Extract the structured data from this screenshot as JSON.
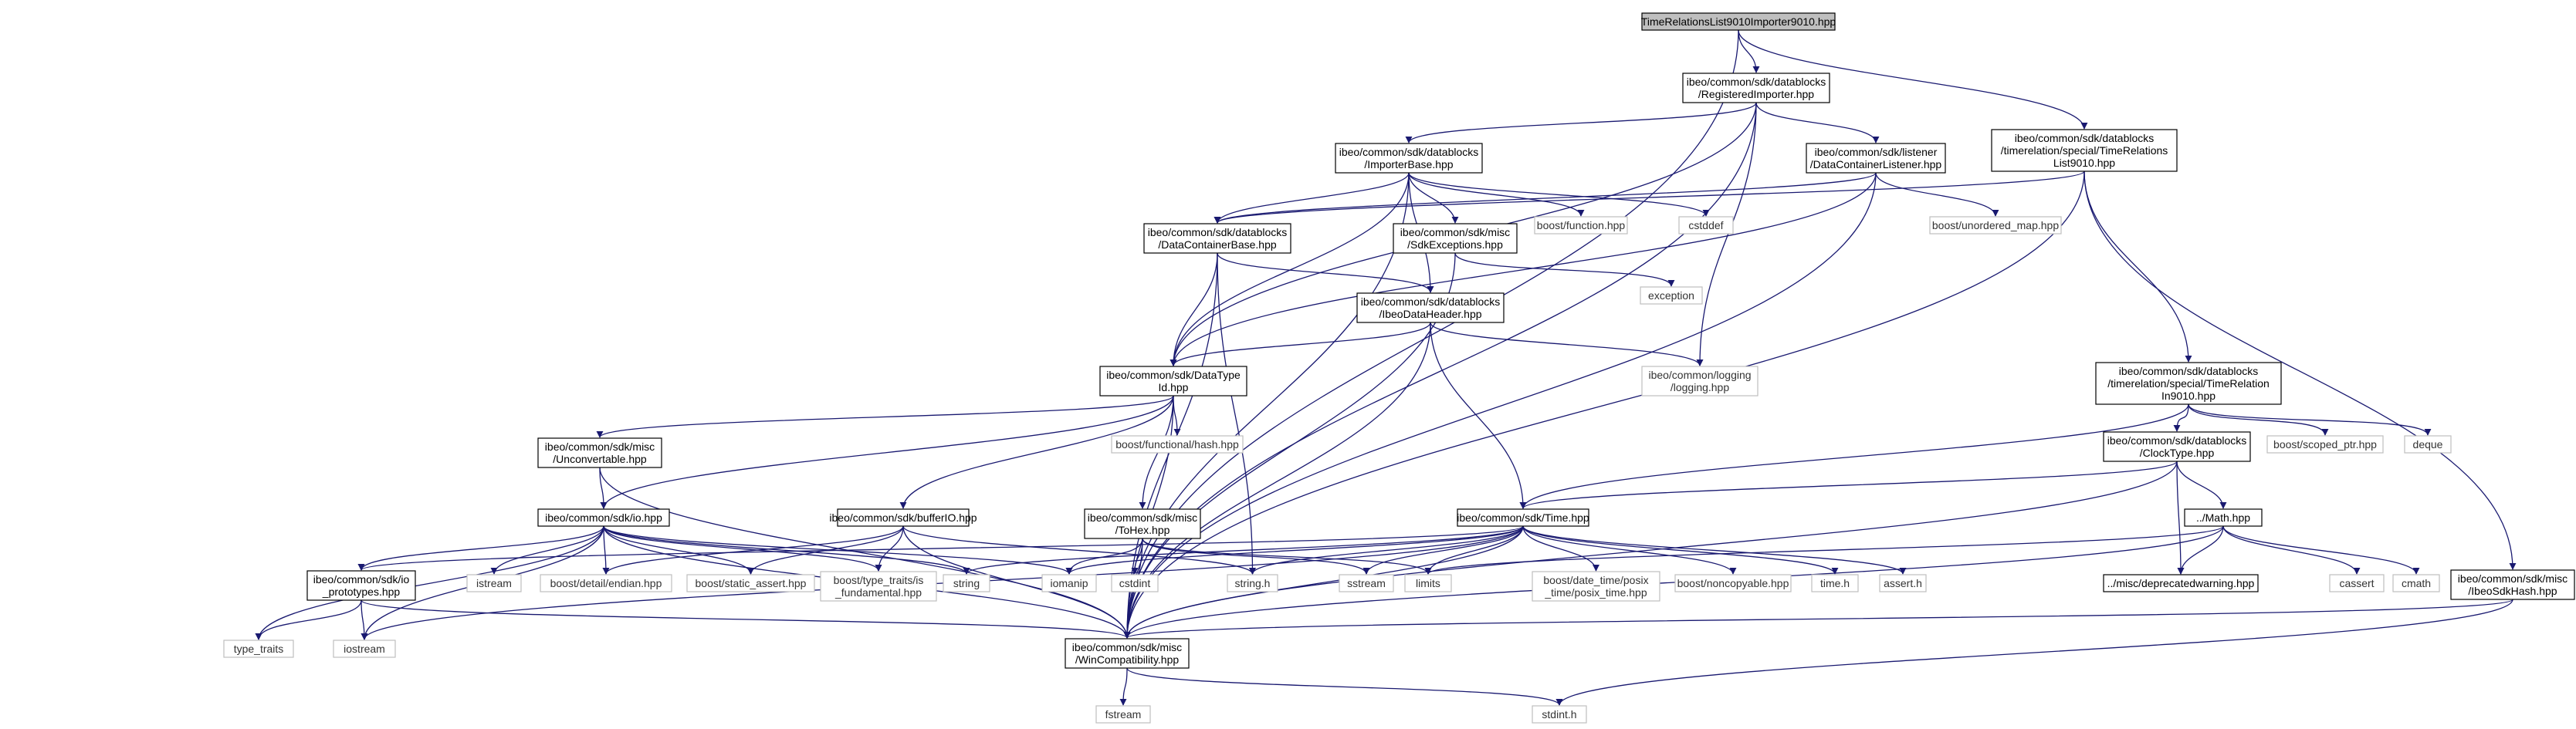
{
  "graph": {
    "edge_color": "#191970",
    "root_fill": "#bfbfbf",
    "external_border": "#bfbfbf",
    "nodes": [
      {
        "id": "root",
        "kind": "root",
        "lines": [
          "TimeRelationsList9010Importer9010.hpp"
        ]
      },
      {
        "id": "registered",
        "kind": "int",
        "lines": [
          "ibeo/common/sdk/datablocks",
          "/RegisteredImporter.hpp"
        ]
      },
      {
        "id": "trl9010",
        "kind": "int",
        "lines": [
          "ibeo/common/sdk/datablocks",
          "/timerelation/special/TimeRelations",
          "List9010.hpp"
        ]
      },
      {
        "id": "importerbase",
        "kind": "int",
        "lines": [
          "ibeo/common/sdk/datablocks",
          "/ImporterBase.hpp"
        ]
      },
      {
        "id": "dclistener",
        "kind": "int",
        "lines": [
          "ibeo/common/sdk/listener",
          "/DataContainerListener.hpp"
        ]
      },
      {
        "id": "dcbase",
        "kind": "int",
        "lines": [
          "ibeo/common/sdk/datablocks",
          "/DataContainerBase.hpp"
        ]
      },
      {
        "id": "sdkexc",
        "kind": "int",
        "lines": [
          "ibeo/common/sdk/misc",
          "/SdkExceptions.hpp"
        ]
      },
      {
        "id": "boostfunc",
        "kind": "ext",
        "lines": [
          "boost/function.hpp"
        ]
      },
      {
        "id": "cstddef",
        "kind": "ext",
        "lines": [
          "cstddef"
        ]
      },
      {
        "id": "unordmap",
        "kind": "ext",
        "lines": [
          "boost/unordered_map.hpp"
        ]
      },
      {
        "id": "ibeoheader",
        "kind": "int",
        "lines": [
          "ibeo/common/sdk/datablocks",
          "/IbeoDataHeader.hpp"
        ]
      },
      {
        "id": "exception",
        "kind": "ext",
        "lines": [
          "exception"
        ]
      },
      {
        "id": "datatypeid",
        "kind": "int",
        "lines": [
          "ibeo/common/sdk/DataType",
          "Id.hpp"
        ]
      },
      {
        "id": "logging",
        "kind": "ext",
        "lines": [
          "ibeo/common/logging",
          "/logging.hpp"
        ]
      },
      {
        "id": "tr9010",
        "kind": "int",
        "lines": [
          "ibeo/common/sdk/datablocks",
          "/timerelation/special/TimeRelation",
          "In9010.hpp"
        ]
      },
      {
        "id": "unconv",
        "kind": "int",
        "lines": [
          "ibeo/common/sdk/misc",
          "/Unconvertable.hpp"
        ]
      },
      {
        "id": "boosthash",
        "kind": "ext",
        "lines": [
          "boost/functional/hash.hpp"
        ]
      },
      {
        "id": "clocktype",
        "kind": "int",
        "lines": [
          "ibeo/common/sdk/datablocks",
          "/ClockType.hpp"
        ]
      },
      {
        "id": "scopedptr",
        "kind": "ext",
        "lines": [
          "boost/scoped_ptr.hpp"
        ]
      },
      {
        "id": "deque",
        "kind": "ext",
        "lines": [
          "deque"
        ]
      },
      {
        "id": "io",
        "kind": "int",
        "lines": [
          "ibeo/common/sdk/io.hpp"
        ]
      },
      {
        "id": "bufferio",
        "kind": "int",
        "lines": [
          "ibeo/common/sdk/bufferIO.hpp"
        ]
      },
      {
        "id": "tohex",
        "kind": "int",
        "lines": [
          "ibeo/common/sdk/misc",
          "/ToHex.hpp"
        ]
      },
      {
        "id": "time",
        "kind": "int",
        "lines": [
          "ibeo/common/sdk/Time.hpp"
        ]
      },
      {
        "id": "math",
        "kind": "int",
        "lines": [
          "../Math.hpp"
        ]
      },
      {
        "id": "ioproto",
        "kind": "int",
        "lines": [
          "ibeo/common/sdk/io",
          "_prototypes.hpp"
        ]
      },
      {
        "id": "istream",
        "kind": "ext",
        "lines": [
          "istream"
        ]
      },
      {
        "id": "endian",
        "kind": "ext",
        "lines": [
          "boost/detail/endian.hpp"
        ]
      },
      {
        "id": "staticassert",
        "kind": "ext",
        "lines": [
          "boost/static_assert.hpp"
        ]
      },
      {
        "id": "isfund",
        "kind": "ext",
        "lines": [
          "boost/type_traits/is",
          "_fundamental.hpp"
        ]
      },
      {
        "id": "string",
        "kind": "ext",
        "lines": [
          "string"
        ]
      },
      {
        "id": "iomanip",
        "kind": "ext",
        "lines": [
          "iomanip"
        ]
      },
      {
        "id": "cstdint",
        "kind": "ext",
        "lines": [
          "cstdint"
        ]
      },
      {
        "id": "stringh",
        "kind": "ext",
        "lines": [
          "string.h"
        ]
      },
      {
        "id": "sstream",
        "kind": "ext",
        "lines": [
          "sstream"
        ]
      },
      {
        "id": "limits",
        "kind": "ext",
        "lines": [
          "limits"
        ]
      },
      {
        "id": "posixtime",
        "kind": "ext",
        "lines": [
          "boost/date_time/posix",
          "_time/posix_time.hpp"
        ]
      },
      {
        "id": "noncopy",
        "kind": "ext",
        "lines": [
          "boost/noncopyable.hpp"
        ]
      },
      {
        "id": "timeh",
        "kind": "ext",
        "lines": [
          "time.h"
        ]
      },
      {
        "id": "asserth",
        "kind": "ext",
        "lines": [
          "assert.h"
        ]
      },
      {
        "id": "deprecated",
        "kind": "int",
        "lines": [
          "../misc/deprecatedwarning.hpp"
        ]
      },
      {
        "id": "cassert",
        "kind": "ext",
        "lines": [
          "cassert"
        ]
      },
      {
        "id": "cmath",
        "kind": "ext",
        "lines": [
          "cmath"
        ]
      },
      {
        "id": "sdkhash",
        "kind": "int",
        "lines": [
          "ibeo/common/sdk/misc",
          "/IbeoSdkHash.hpp"
        ]
      },
      {
        "id": "typetraits",
        "kind": "ext",
        "lines": [
          "type_traits"
        ]
      },
      {
        "id": "iostream",
        "kind": "ext",
        "lines": [
          "iostream"
        ]
      },
      {
        "id": "wincompat",
        "kind": "int",
        "lines": [
          "ibeo/common/sdk/misc",
          "/WinCompatibility.hpp"
        ]
      },
      {
        "id": "fstream",
        "kind": "ext",
        "lines": [
          "fstream"
        ]
      },
      {
        "id": "stdinth",
        "kind": "ext",
        "lines": [
          "stdint.h"
        ]
      }
    ]
  }
}
